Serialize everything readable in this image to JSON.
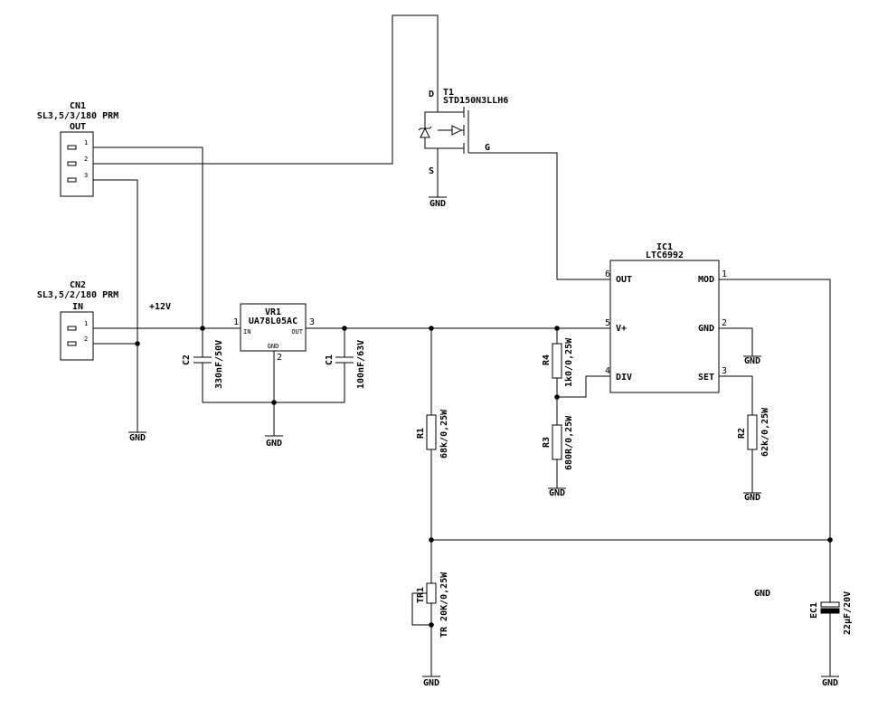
{
  "cn1": {
    "ref": "CN1",
    "part": "SL3,5/3/180 PRM",
    "label": "OUT",
    "pins": [
      "1",
      "2",
      "3"
    ]
  },
  "cn2": {
    "ref": "CN2",
    "part": "SL3,5/2/180 PRM",
    "label": "IN",
    "pins": [
      "1",
      "2"
    ]
  },
  "t1": {
    "ref": "T1",
    "part": "STD150N3LLH6",
    "drain": "D",
    "source": "S",
    "gate": "G"
  },
  "vr1": {
    "ref": "VR1",
    "part": "UA78L05AC",
    "in": "IN",
    "out": "OUT",
    "gnd": "GND",
    "pin_in": "1",
    "pin_gnd": "2",
    "pin_out": "3"
  },
  "ic1": {
    "ref": "IC1",
    "part": "LTC6992",
    "pins": {
      "out": {
        "name": "OUT",
        "num": "6"
      },
      "vplus": {
        "name": "V+",
        "num": "5"
      },
      "div": {
        "name": "DIV",
        "num": "4"
      },
      "mod": {
        "name": "MOD",
        "num": "1"
      },
      "gnd": {
        "name": "GND",
        "num": "2"
      },
      "set": {
        "name": "SET",
        "num": "3"
      }
    }
  },
  "rail": {
    "label": "+12V"
  },
  "gnd": "GND",
  "c1": {
    "ref": "C1",
    "value": "100nF/63V"
  },
  "c2": {
    "ref": "C2",
    "value": "330nF/50V"
  },
  "r1": {
    "ref": "R1",
    "value": "68k/0,25W"
  },
  "r2": {
    "ref": "R2",
    "value": "62k/0,25W"
  },
  "r3": {
    "ref": "R3",
    "value": "680R/0,25W"
  },
  "r4": {
    "ref": "R4",
    "value": "1k0/0,25W"
  },
  "tr1": {
    "ref": "TR1",
    "value": "TR 20K/0,25W"
  },
  "ec1": {
    "ref": "EC1",
    "value": "22μF/20V"
  }
}
